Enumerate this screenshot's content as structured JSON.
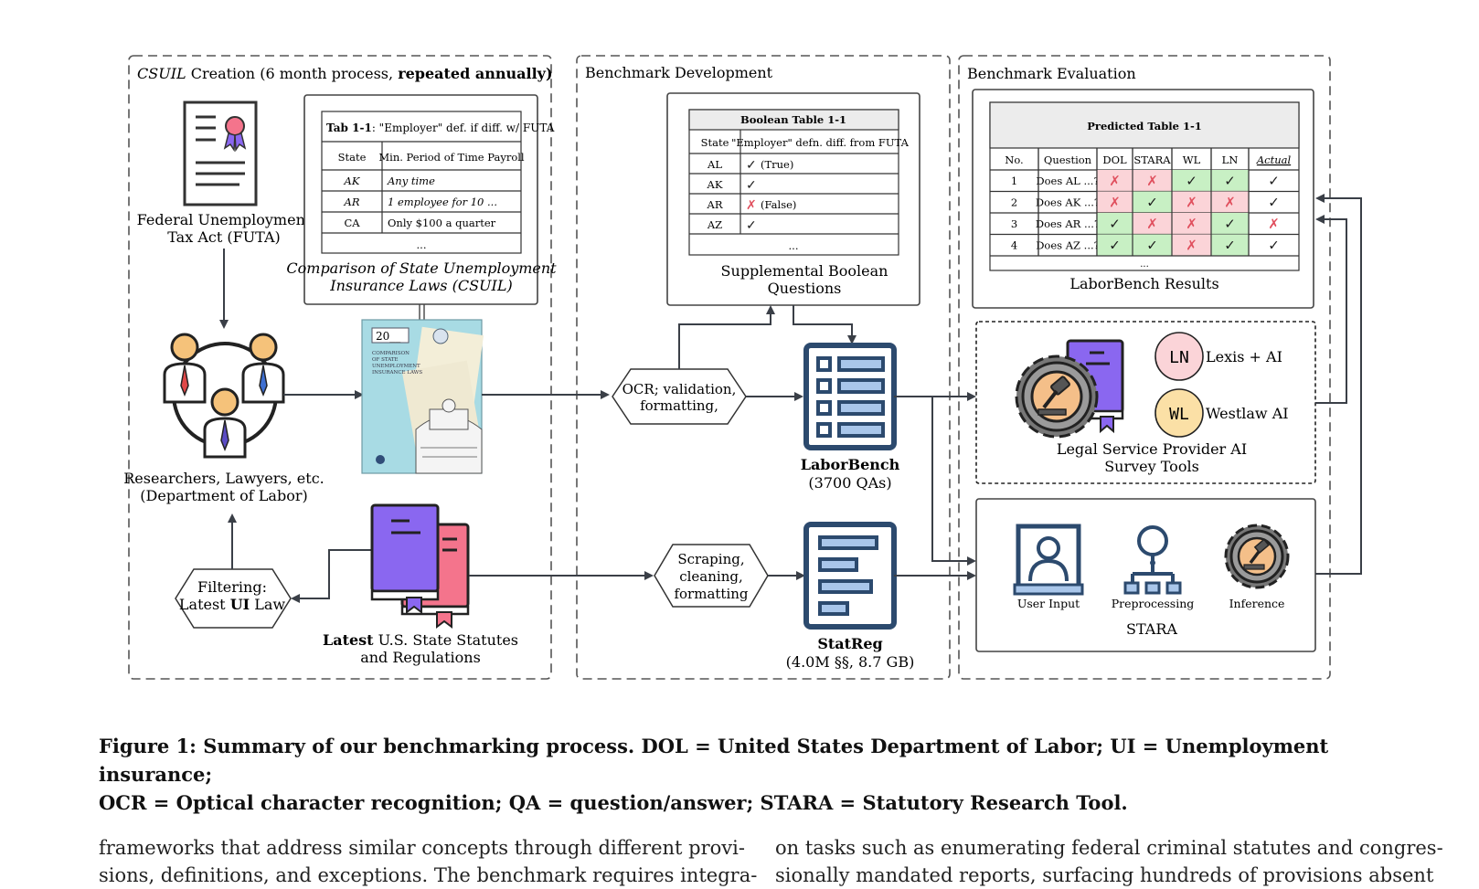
{
  "panels": {
    "creation": {
      "title_italic": "CSUIL",
      "title_mid": " Creation (6 month process, ",
      "title_bold": "repeated annually)"
    },
    "development": {
      "title": "Benchmark Development"
    },
    "evaluation": {
      "title": "Benchmark Evaluation"
    }
  },
  "futa": {
    "line1": "Federal Unemployment",
    "line2": "Tax Act (FUTA)"
  },
  "researchers": {
    "line1": "Researchers, Lawyers, etc.",
    "line2": "(Department of Labor)"
  },
  "filtering": {
    "line1": "Filtering:",
    "line2_pre": "Latest ",
    "line2_bold": "UI",
    "line2_post": " Law"
  },
  "statutes": {
    "line1_bold": "Latest",
    "line1_rest": " U.S. State Statutes",
    "line2": "and Regulations"
  },
  "csuil_table": {
    "title_bold": "Tab 1-1",
    "title_rest": ": \"Employer\" def.  if diff. w/ FUTA",
    "headers": [
      "State",
      "Min. Period of Time Payroll"
    ],
    "rows": [
      [
        "AK",
        "Any time"
      ],
      [
        "AR",
        "1 employee for 10 ..."
      ],
      [
        "CA",
        "Only $100 a quarter"
      ]
    ],
    "ellipsis": "...",
    "caption1": "Comparison of State Unemployment",
    "caption2": "Insurance Laws (CSUIL)"
  },
  "cover": {
    "year": "20__",
    "text1": "COMPARISON",
    "text2": "OF STATE",
    "text3": "UNEMPLOYMENT",
    "text4": "INSURANCE LAWS"
  },
  "ocr": {
    "line1": "OCR; validation,",
    "line2": "formatting,"
  },
  "scraping": {
    "line1": "Scraping,",
    "line2": "cleaning,",
    "line3": "formatting"
  },
  "boolean_table": {
    "title": "Boolean Table 1-1",
    "headers": [
      "State",
      "\"Employer\" defn. diff. from FUTA"
    ],
    "rows": [
      {
        "state": "AL",
        "mark": "✓",
        "note": "(True)"
      },
      {
        "state": "AK",
        "mark": "✓",
        "note": ""
      },
      {
        "state": "AR",
        "mark": "✗",
        "note": "(False)"
      },
      {
        "state": "AZ",
        "mark": "✓",
        "note": ""
      }
    ],
    "ellipsis": "...",
    "caption1": "Supplemental Boolean",
    "caption2": "Questions"
  },
  "laborbench": {
    "name": "LaborBench",
    "count": "(3700 QAs)"
  },
  "statreg": {
    "name": "StatReg",
    "size": "(4.0M §§, 8.7 GB)"
  },
  "predicted_table": {
    "title": "Predicted Table 1-1",
    "headers": [
      "No.",
      "Question",
      "DOL",
      "STARA",
      "WL",
      "LN",
      "Actual"
    ],
    "rows": [
      {
        "no": "1",
        "q": "Does AL ...?",
        "cells": [
          "✗",
          "✗",
          "✓",
          "✓",
          "✓"
        ]
      },
      {
        "no": "2",
        "q": "Does AK ...?",
        "cells": [
          "✗",
          "✓",
          "✗",
          "✗",
          "✓"
        ]
      },
      {
        "no": "3",
        "q": "Does AR ...?",
        "cells": [
          "✓",
          "✗",
          "✗",
          "✓",
          "✗"
        ]
      },
      {
        "no": "4",
        "q": "Does AZ ...?",
        "cells": [
          "✓",
          "✓",
          "✗",
          "✓",
          "✓"
        ]
      }
    ],
    "ellipsis": "...",
    "caption": "LaborBench Results"
  },
  "providers": {
    "ln_badge": "LN",
    "ln_label": "Lexis + AI",
    "wl_badge": "WL",
    "wl_label": "Westlaw AI",
    "caption1": "Legal Service Provider AI",
    "caption2": "Survey Tools"
  },
  "stara": {
    "user_input": "User Input",
    "preprocessing": "Preprocessing",
    "inference": "Inference",
    "name": "STARA"
  },
  "caption": {
    "line1": "Figure 1: Summary of our benchmarking process. DOL = United States Department of Labor; UI = Unemployment insurance;",
    "line2": "OCR = Optical character recognition; QA = question/answer; STARA = Statutory Research Tool."
  },
  "body_text": {
    "left1": "frameworks that address similar concepts through different provi-",
    "left2": "sions, definitions, and exceptions. The benchmark requires integra-",
    "right1": "on tasks such as enumerating federal criminal statutes and congres-",
    "right2": "sionally mandated reports, surfacing hundreds of provisions absent"
  },
  "colors": {
    "navy": "#2c4a6e",
    "purple": "#8a67f0",
    "pink": "#f4748c",
    "green_cell": "#c8f0c4",
    "red_cell": "#fbd4d8",
    "arrow": "#3a3f47"
  }
}
